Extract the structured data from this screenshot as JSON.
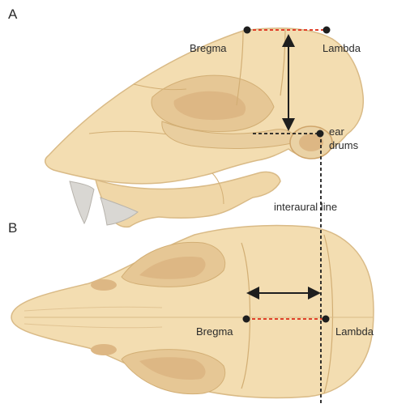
{
  "panels": [
    {
      "id": "A",
      "label": "A",
      "view": "lateral skull",
      "landmarks": [
        {
          "name": "Bregma"
        },
        {
          "name": "Lambda"
        },
        {
          "name": "ear drums"
        }
      ]
    },
    {
      "id": "B",
      "label": "B",
      "view": "dorsal skull",
      "landmarks": [
        {
          "name": "Bregma"
        },
        {
          "name": "Lambda"
        }
      ]
    }
  ],
  "shared_labels": {
    "interaural_line": "interaural line"
  },
  "colors": {
    "bone_light": "#F3DDB1",
    "bone_mid": "#E6C795",
    "bone_dark": "#CFA56B",
    "incisor": "#D9D7D3",
    "landmark_dot": "#1E1E1E",
    "bregma_lambda_line": "#E0402A",
    "arrow": "#1E1E1E"
  }
}
